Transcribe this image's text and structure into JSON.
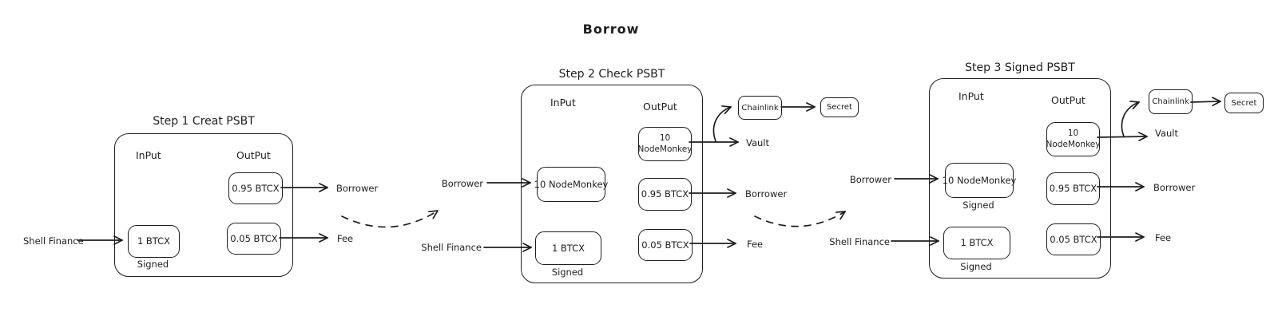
{
  "title": "Borrow",
  "colors": {
    "stroke": "#1e1e1e",
    "background": "#ffffff"
  },
  "steps": [
    {
      "label": "Step 1 Creat PSBT",
      "input_header": "InPut",
      "output_header": "OutPut",
      "inputs": [
        {
          "value": "1 BTCX",
          "note": "Signed",
          "source": "Shell Finance"
        }
      ],
      "outputs": [
        {
          "value": "0.95 BTCX",
          "target": "Borrower"
        },
        {
          "value": "0.05 BTCX",
          "target": "Fee"
        }
      ]
    },
    {
      "label": "Step 2 Check PSBT",
      "input_header": "InPut",
      "output_header": "OutPut",
      "inputs": [
        {
          "value": "10 NodeMonkey",
          "source": "Borrower"
        },
        {
          "value": "1 BTCX",
          "note": "Signed",
          "source": "Shell Finance"
        }
      ],
      "outputs": [
        {
          "value_line1": "10",
          "value_line2": "NodeMonkey",
          "target": "Vault"
        },
        {
          "value": "0.95 BTCX",
          "target": "Borrower"
        },
        {
          "value": "0.05 BTCX",
          "target": "Fee"
        }
      ],
      "oracle": {
        "node": "Chainlink",
        "result": "Secret"
      }
    },
    {
      "label": "Step 3 Signed PSBT",
      "input_header": "InPut",
      "output_header": "OutPut",
      "inputs": [
        {
          "value": "10 NodeMonkey",
          "note": "Signed",
          "source": "Borrower"
        },
        {
          "value": "1 BTCX",
          "note": "Signed",
          "source": "Shell Finance"
        }
      ],
      "outputs": [
        {
          "value_line1": "10",
          "value_line2": "NodeMonkey",
          "target": "Vault"
        },
        {
          "value": "0.95 BTCX",
          "target": "Borrower"
        },
        {
          "value": "0.05 BTCX",
          "target": "Fee"
        }
      ],
      "oracle": {
        "node": "Chainlink",
        "result": "Secret"
      }
    }
  ]
}
